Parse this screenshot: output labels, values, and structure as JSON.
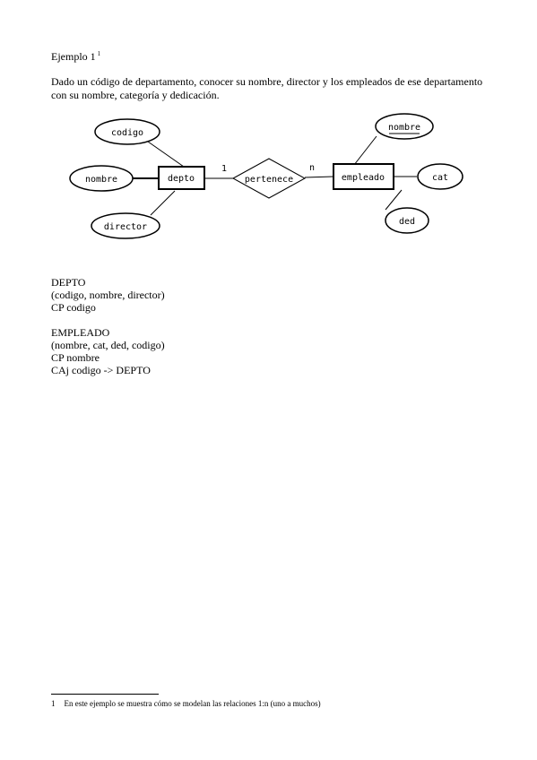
{
  "heading": {
    "text": "Ejemplo 1",
    "footnote_ref": "1"
  },
  "intro": "Dado un código de departamento, conocer su nombre, director y los empleados de ese departamento con su nombre, categoría y dedicación.",
  "diagram": {
    "entities": {
      "depto": "depto",
      "empleado": "empleado"
    },
    "relationship": "pertenece",
    "cardinality": {
      "depto_side": "1",
      "empleado_side": "n"
    },
    "depto_attributes": {
      "codigo": "codigo",
      "nombre": "nombre",
      "director": "director"
    },
    "empleado_attributes": {
      "nombre": "nombre",
      "cat": "cat",
      "ded": "ded"
    }
  },
  "tables": [
    {
      "name": "DEPTO",
      "attributes": "(codigo, nombre, director)",
      "cp": "CP codigo"
    },
    {
      "name": "EMPLEADO",
      "attributes": "(nombre, cat, ded, codigo)",
      "cp": "CP nombre",
      "caj": "CAj codigo -> DEPTO"
    }
  ],
  "footnote": {
    "number": "1",
    "text": "En este ejemplo se muestra cómo se modelan las relaciones 1:n (uno a muchos)"
  }
}
